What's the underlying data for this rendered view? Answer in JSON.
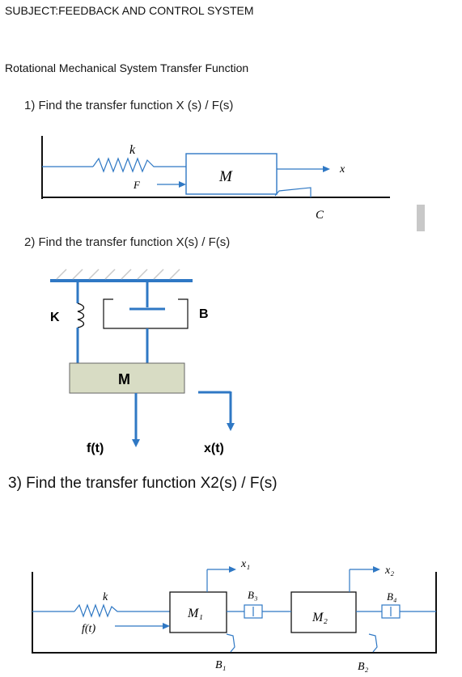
{
  "header": {
    "subject": "SUBJECT:FEEDBACK AND CONTROL SYSTEM",
    "section_title": "Rotational Mechanical System Transfer Function"
  },
  "problems": [
    {
      "prompt": "1) Find the transfer function X (s) / F(s)",
      "labels": {
        "spring": "k",
        "mass": "M",
        "force": "F",
        "displacement": "x",
        "damper": "C"
      }
    },
    {
      "prompt": "2) Find the transfer function X(s) / F(s)",
      "labels": {
        "spring": "K",
        "damper": "B",
        "mass": "M",
        "force": "f(t)",
        "displacement": "x(t)"
      }
    },
    {
      "prompt": "3) Find the transfer function X2(s) / F(s)",
      "labels": {
        "spring": "k",
        "force": "f(t)",
        "mass1": "M₁",
        "mass2": "M₂",
        "x1": "x₁",
        "x2": "x₂",
        "b1": "B₁",
        "b2": "B₂",
        "b3": "B₃",
        "b4": "B₄"
      }
    }
  ],
  "colors": {
    "blue": "#2f78c4",
    "text": "#111111",
    "mass_fill": "#d8dcc4",
    "ground": "#111111"
  }
}
